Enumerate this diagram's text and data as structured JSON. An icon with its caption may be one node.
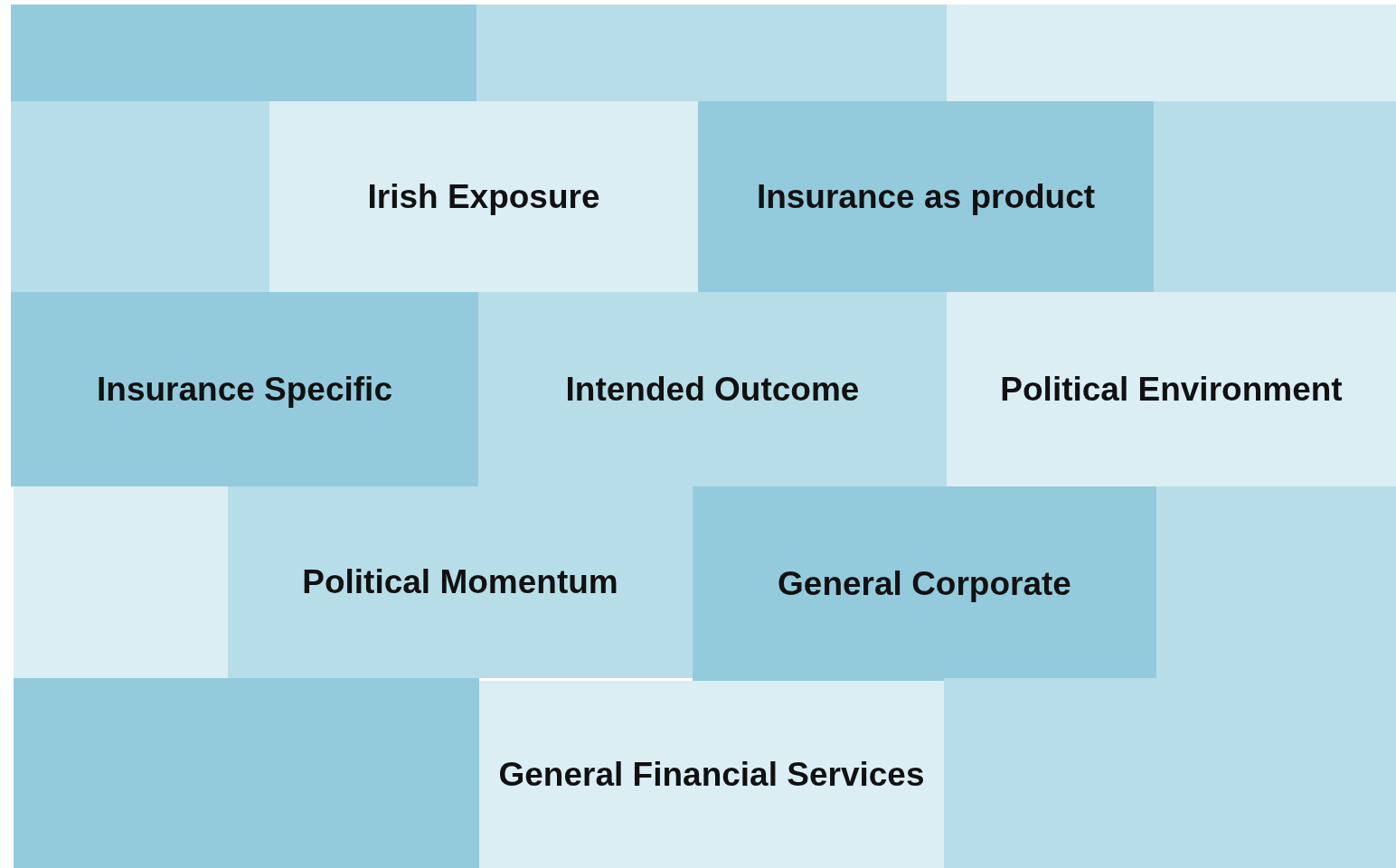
{
  "diagram": {
    "nodes": [
      {
        "text": [],
        "shape": "box"
      },
      {
        "text": [],
        "shape": "box"
      },
      {
        "text": [],
        "shape": "box"
      },
      {
        "text": [],
        "shape": "box"
      },
      {
        "text": [
          "Irish Exposure"
        ]
      },
      {
        "text": [
          "Insurance as product"
        ]
      },
      {
        "text": [],
        "shape": "box"
      },
      {
        "text": [
          "Insurance Specific"
        ]
      },
      {
        "text": [
          "Intended Outcome"
        ]
      },
      {
        "text": [
          "Political Environment"
        ]
      },
      {
        "text": [],
        "shape": "box"
      },
      {
        "text": [
          "Political Momentum"
        ]
      },
      {
        "text": [
          "General Corporate"
        ]
      },
      {
        "text": [],
        "shape": "box"
      },
      {
        "text": [],
        "shape": "box"
      },
      {
        "text": [
          "General Financial Services"
        ]
      },
      {
        "text": [],
        "shape": "box"
      }
    ]
  }
}
